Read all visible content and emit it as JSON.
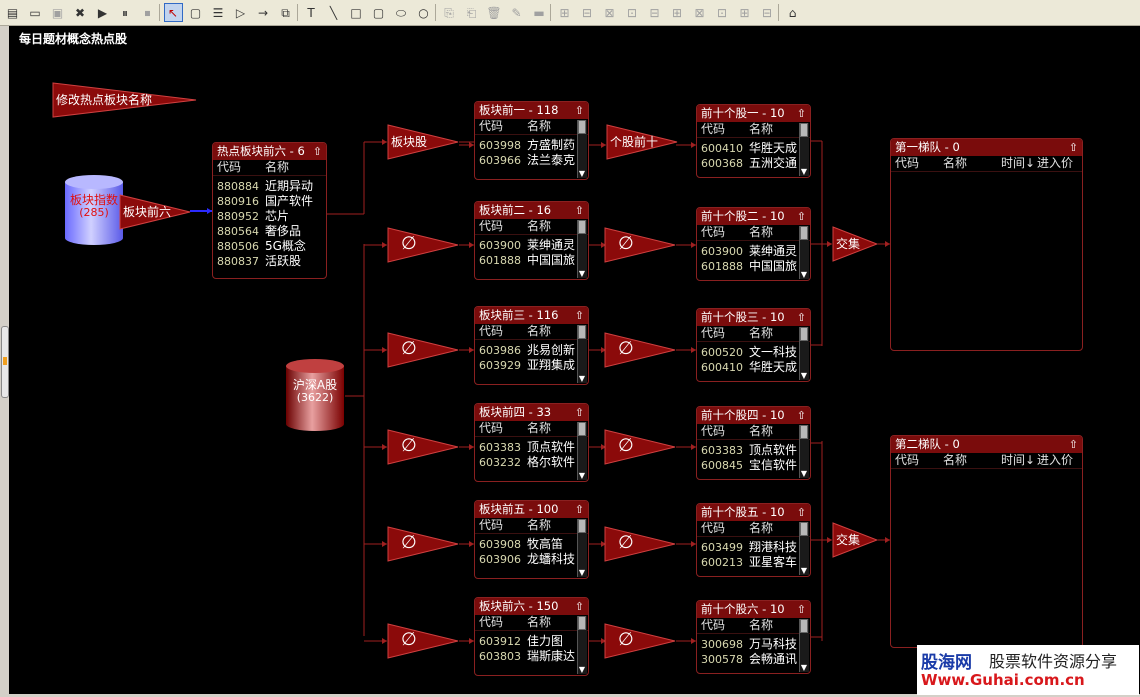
{
  "toolbar": {
    "icons": [
      "new-icon",
      "open-icon",
      "save-icon",
      "delete-icon",
      "run-icon",
      "pause-icon",
      "stop-icon",
      "pointer-icon",
      "node-icon",
      "table-icon",
      "flag-icon",
      "arrow-icon",
      "link-icon",
      "text-icon",
      "line-icon",
      "rect-icon",
      "roundrect-icon",
      "ellipse-icon",
      "circle-icon",
      "copy-icon",
      "paste-icon",
      "trash-icon",
      "paint-icon",
      "align-icons"
    ],
    "glyphs": [
      "▤",
      "▭",
      "▣",
      "✖",
      "▶",
      "⏸",
      "⏹",
      "↖",
      "▢",
      "☰",
      "▷",
      "→",
      "⧉",
      "T",
      "╲",
      "□",
      "▢",
      "⬭",
      "○",
      "⎘",
      "⎗",
      "🗑",
      "✎",
      "▬",
      "⊞",
      "⊟",
      "⊠",
      "⊡",
      "⊟",
      "⊞",
      "⊠",
      "⊡",
      "⊞",
      "⊟",
      "⌂"
    ]
  },
  "canvas": {
    "title": "每日题材概念热点股"
  },
  "flags": {
    "rename": "修改热点板块名称",
    "top6": "板块前六",
    "sector_stock": "板块股",
    "top10_stock": "个股前十",
    "intersect1": "交集",
    "intersect2": "交集",
    "forbidden_symbol": "∅"
  },
  "cylinders": {
    "index": {
      "label": "板块指数",
      "count": "(285)"
    },
    "ashares": {
      "label": "沪深A股",
      "count": "(3622)"
    }
  },
  "hot_sectors": {
    "title": "热点板块前六 - 6",
    "col_code": "代码",
    "col_name": "名称",
    "rows": [
      {
        "code": "880884",
        "name": "近期异动"
      },
      {
        "code": "880916",
        "name": "国产软件"
      },
      {
        "code": "880952",
        "name": "芯片"
      },
      {
        "code": "880564",
        "name": "奢侈品"
      },
      {
        "code": "880506",
        "name": "5G概念"
      },
      {
        "code": "880837",
        "name": "活跃股"
      }
    ]
  },
  "sectors": [
    {
      "title": "板块前一 - 118",
      "rows": [
        {
          "code": "603998",
          "name": "方盛制药"
        },
        {
          "code": "603966",
          "name": "法兰泰克"
        }
      ]
    },
    {
      "title": "板块前二 - 16",
      "rows": [
        {
          "code": "603900",
          "name": "莱绅通灵"
        },
        {
          "code": "601888",
          "name": "中国国旅"
        }
      ]
    },
    {
      "title": "板块前三 - 116",
      "rows": [
        {
          "code": "603986",
          "name": "兆易创新"
        },
        {
          "code": "603929",
          "name": "亚翔集成"
        }
      ]
    },
    {
      "title": "板块前四 - 33",
      "rows": [
        {
          "code": "603383",
          "name": "顶点软件"
        },
        {
          "code": "603232",
          "name": "格尔软件"
        }
      ]
    },
    {
      "title": "板块前五 - 100",
      "rows": [
        {
          "code": "603908",
          "name": "牧高笛"
        },
        {
          "code": "603906",
          "name": "龙蟠科技"
        }
      ]
    },
    {
      "title": "板块前六 - 150",
      "rows": [
        {
          "code": "603912",
          "name": "佳力图"
        },
        {
          "code": "603803",
          "name": "瑞斯康达"
        }
      ]
    }
  ],
  "top10": [
    {
      "title": "前十个股一 - 10",
      "rows": [
        {
          "code": "600410",
          "name": "华胜天成"
        },
        {
          "code": "600368",
          "name": "五洲交通"
        }
      ]
    },
    {
      "title": "前十个股二 - 10",
      "rows": [
        {
          "code": "603900",
          "name": "莱绅通灵"
        },
        {
          "code": "601888",
          "name": "中国国旅"
        }
      ]
    },
    {
      "title": "前十个股三 - 10",
      "rows": [
        {
          "code": "600520",
          "name": "文一科技"
        },
        {
          "code": "600410",
          "name": "华胜天成"
        }
      ]
    },
    {
      "title": "前十个股四 - 10",
      "rows": [
        {
          "code": "603383",
          "name": "顶点软件"
        },
        {
          "code": "600845",
          "name": "宝信软件"
        }
      ]
    },
    {
      "title": "前十个股五 - 10",
      "rows": [
        {
          "code": "603499",
          "name": "翔港科技"
        },
        {
          "code": "600213",
          "name": "亚星客车"
        }
      ]
    },
    {
      "title": "前十个股六 - 10",
      "rows": [
        {
          "code": "300698",
          "name": "万马科技"
        },
        {
          "code": "300578",
          "name": "会畅通讯"
        }
      ]
    }
  ],
  "col_code": "代码",
  "col_name": "名称",
  "echelons": [
    {
      "title": "第一梯队 - 0",
      "cols": [
        "代码",
        "名称",
        "时间↓",
        "进入价"
      ]
    },
    {
      "title": "第二梯队 - 0",
      "cols": [
        "代码",
        "名称",
        "时间↓",
        "进入价"
      ]
    }
  ],
  "up_arrow": "⇧",
  "watermark": {
    "line1a": "股海网",
    "line1b": "股票软件资源分享",
    "line2": "Www.Guhai.com.cn"
  },
  "colors": {
    "canvas_bg": "#000000",
    "box_header": "#7a0c0c",
    "flag_fill": "#8b0a0a",
    "wire": "#a02020"
  }
}
